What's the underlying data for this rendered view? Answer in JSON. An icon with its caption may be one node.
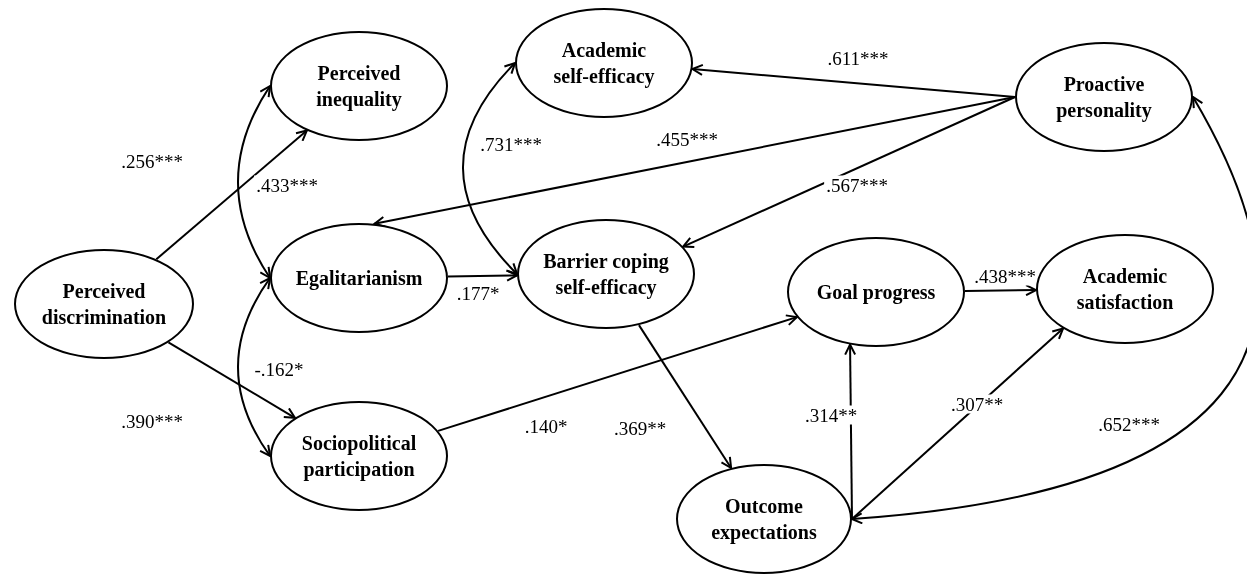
{
  "diagram": {
    "nodes": [
      {
        "text": [
          "Perceived discrimination"
        ]
      },
      {
        "text": [
          "Perceived inequality"
        ]
      },
      {
        "text": [
          "Egalitarianism"
        ]
      },
      {
        "text": [
          "Sociopolitical participation"
        ]
      },
      {
        "text": [
          "Academic self-efficacy"
        ]
      },
      {
        "text": [
          "Barrier coping self-efficacy"
        ]
      },
      {
        "text": [
          "Proactive personality"
        ]
      },
      {
        "text": [
          "Goal progress"
        ]
      },
      {
        "text": [
          "Academic satisfaction"
        ]
      },
      {
        "text": [
          "Outcome expectations"
        ]
      }
    ],
    "edges": [
      {
        "from": 0,
        "to": 1,
        "arrow": "to",
        "label": ".256***"
      },
      {
        "from": 0,
        "to": 3,
        "arrow": "to",
        "label": ".390***"
      },
      {
        "from": 1,
        "to": 2,
        "arrow": "both",
        "label": ".433***"
      },
      {
        "from": 2,
        "to": 3,
        "arrow": "both",
        "label": "-.162*"
      },
      {
        "from": 2,
        "to": 5,
        "arrow": "to",
        "label": ".177*"
      },
      {
        "from": 4,
        "to": 5,
        "arrow": "both",
        "label": ".731***"
      },
      {
        "from": 6,
        "to": 4,
        "arrow": "to",
        "label": ".611***"
      },
      {
        "from": 6,
        "to": 2,
        "arrow": "to",
        "label": ".455***"
      },
      {
        "from": 6,
        "to": 5,
        "arrow": "to",
        "label": ".567***"
      },
      {
        "from": 3,
        "to": 7,
        "arrow": "to",
        "label": ".140*"
      },
      {
        "from": 5,
        "to": 9,
        "arrow": "to",
        "label": ".369**"
      },
      {
        "from": 7,
        "to": 8,
        "arrow": "to",
        "label": ".438***"
      },
      {
        "from": 9,
        "to": 7,
        "arrow": "to",
        "label": ".314**"
      },
      {
        "from": 9,
        "to": 8,
        "arrow": "to",
        "label": ".307**"
      },
      {
        "from": 6,
        "to": 9,
        "arrow": "both",
        "label": ".652***"
      }
    ]
  }
}
